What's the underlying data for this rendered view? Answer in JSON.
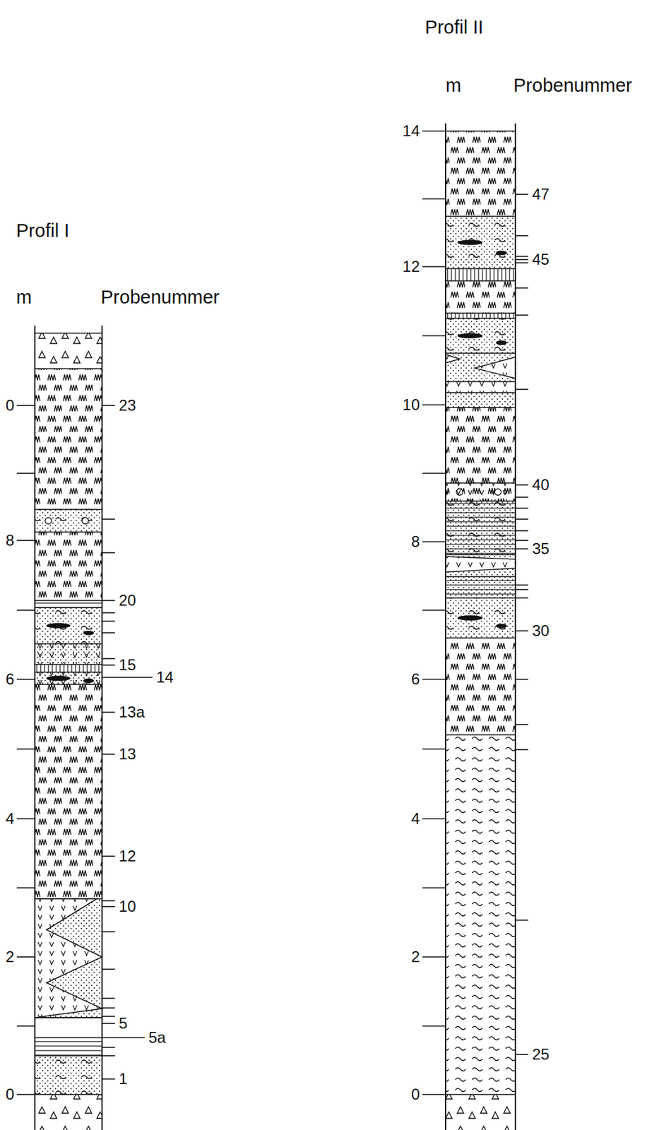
{
  "diagram": {
    "labels": [
      "Profil I",
      "m",
      "Probenummer",
      "0",
      "8",
      "6",
      "4",
      "2",
      "0",
      "23",
      "20",
      "15",
      "14",
      "13a",
      "13",
      "12",
      "10",
      "5",
      "5a",
      "1",
      "Profil II",
      "m",
      "Probenummer",
      "14",
      "12",
      "10",
      "8",
      "6",
      "4",
      "2",
      "0",
      "47",
      "45",
      "40",
      "35",
      "30",
      "25"
    ]
  }
}
